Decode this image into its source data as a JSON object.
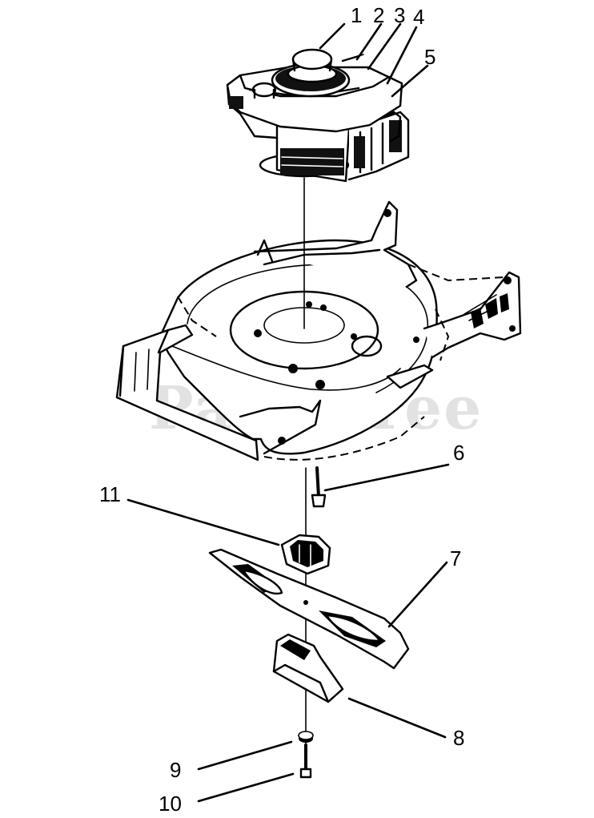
{
  "watermark": "PartsTree",
  "callouts": {
    "c1": "1",
    "c2": "2",
    "c3": "3",
    "c4": "4",
    "c5": "5",
    "c6": "6",
    "c7": "7",
    "c8": "8",
    "c9": "9",
    "c10": "10",
    "c11": "11"
  }
}
